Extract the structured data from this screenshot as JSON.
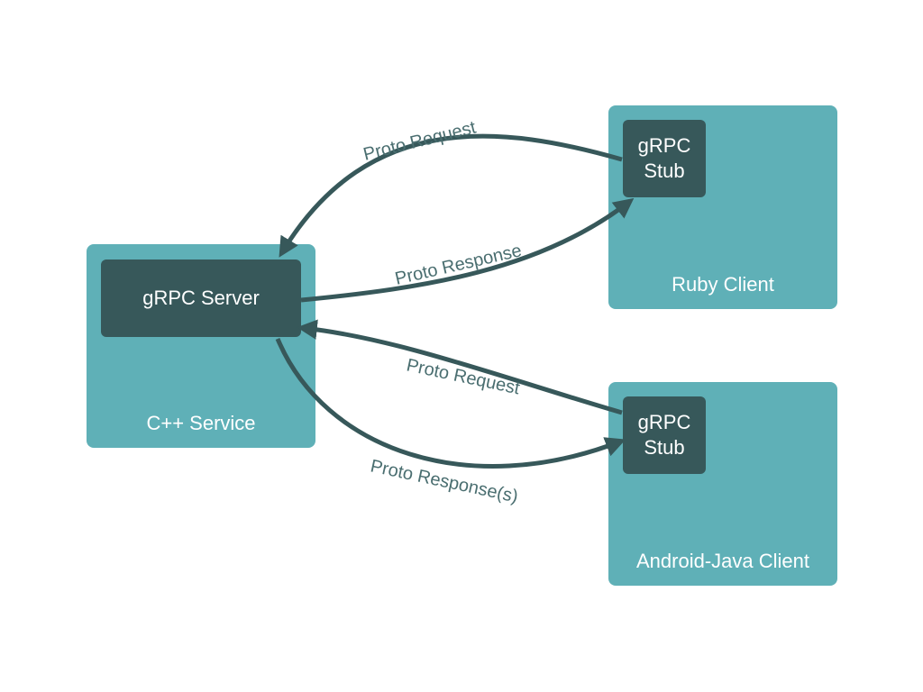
{
  "colors": {
    "panel": "#5fb0b7",
    "inner": "#37585a",
    "arrow": "#37585a",
    "label": "#4a6e70"
  },
  "cpp_service": {
    "label": "C++ Service",
    "server_label": "gRPC Server"
  },
  "ruby_client": {
    "label": "Ruby Client",
    "stub_label": "gRPC\nStub"
  },
  "android_client": {
    "label": "Android-Java Client",
    "stub_label": "gRPC\nStub"
  },
  "flows": {
    "ruby_request": "Proto Request",
    "ruby_response": "Proto Response",
    "android_request": "Proto Request",
    "android_response": "Proto Response(s)"
  }
}
